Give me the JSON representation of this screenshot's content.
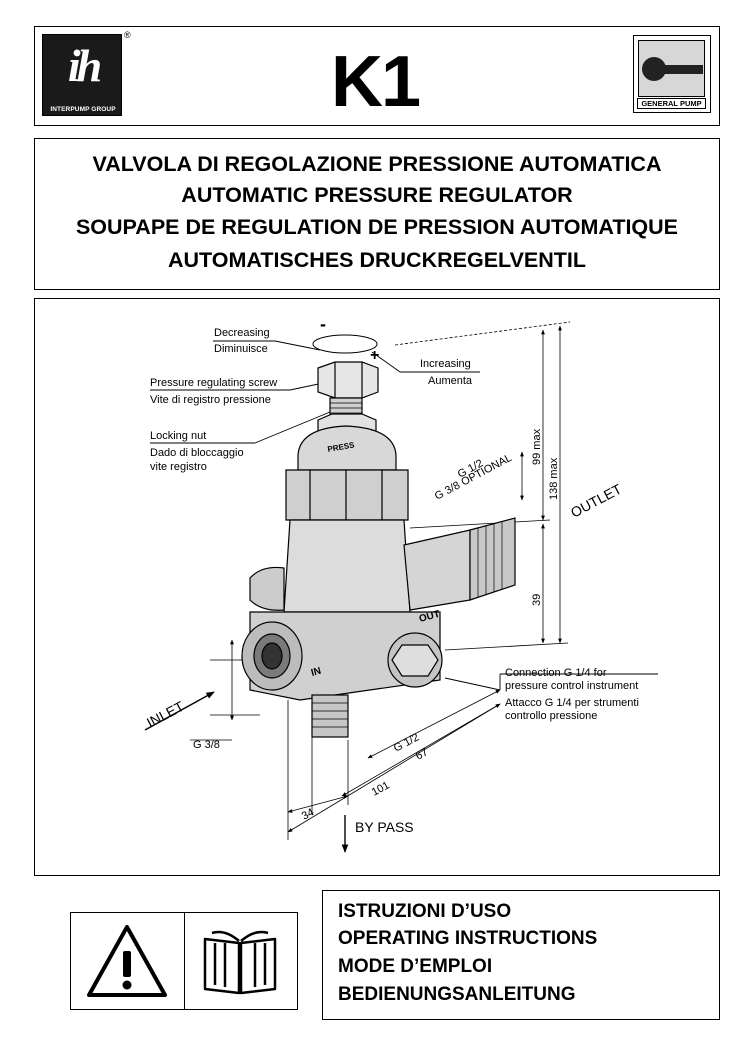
{
  "header": {
    "left_logo": {
      "caption": "INTERPUMP GROUP",
      "mark": "ih",
      "registered": "®"
    },
    "model": "K1",
    "right_logo": {
      "caption": "GENERAL PUMP"
    }
  },
  "titles": [
    "VALVOLA DI REGOLAZIONE PRESSIONE AUTOMATICA",
    "AUTOMATIC PRESSURE REGULATOR",
    "SOUPAPE DE REGULATION DE PRESSION AUTOMATIQUE",
    "AUTOMATISCHES DRUCKREGELVENTIL"
  ],
  "diagram": {
    "labels": {
      "decreasing": "Decreasing",
      "diminuisce": "Diminuisce",
      "minus": "-",
      "plus": "+",
      "increasing": "Increasing",
      "aumenta": "Aumenta",
      "screw_en": "Pressure regulating screw",
      "screw_it": "Vite di registro pressione",
      "nut_en": "Locking nut",
      "nut_it_1": "Dado di bloccaggio",
      "nut_it_2": "vite registro",
      "g12_top": "G 1/2",
      "g38_optional": "G 3/8 OPTIONAL",
      "dim_99": "99 max",
      "dim_138": "138 max",
      "outlet": "OUTLET",
      "dim_39": "39",
      "conn_en_1": "Connection G 1/4 for",
      "conn_en_2": "pressure control instrument",
      "conn_it_1": "Attacco G 1/4 per strumenti",
      "conn_it_2": "controllo pressione",
      "inlet": "INLET",
      "g38": "G 3/8",
      "g12_bottom": "G 1/2",
      "dim_67": "67",
      "dim_101": "101",
      "dim_34": "34",
      "bypass": "BY PASS",
      "cast_in": "IN",
      "cast_out": "OUT",
      "cast_press": "PRESS"
    }
  },
  "instructions": [
    "ISTRUZIONI D’USO",
    "OPERATING INSTRUCTIONS",
    "MODE D’EMPLOI",
    "BEDIENUNGSANLEITUNG"
  ],
  "icons": [
    "warning-icon",
    "manual-book-icon"
  ]
}
